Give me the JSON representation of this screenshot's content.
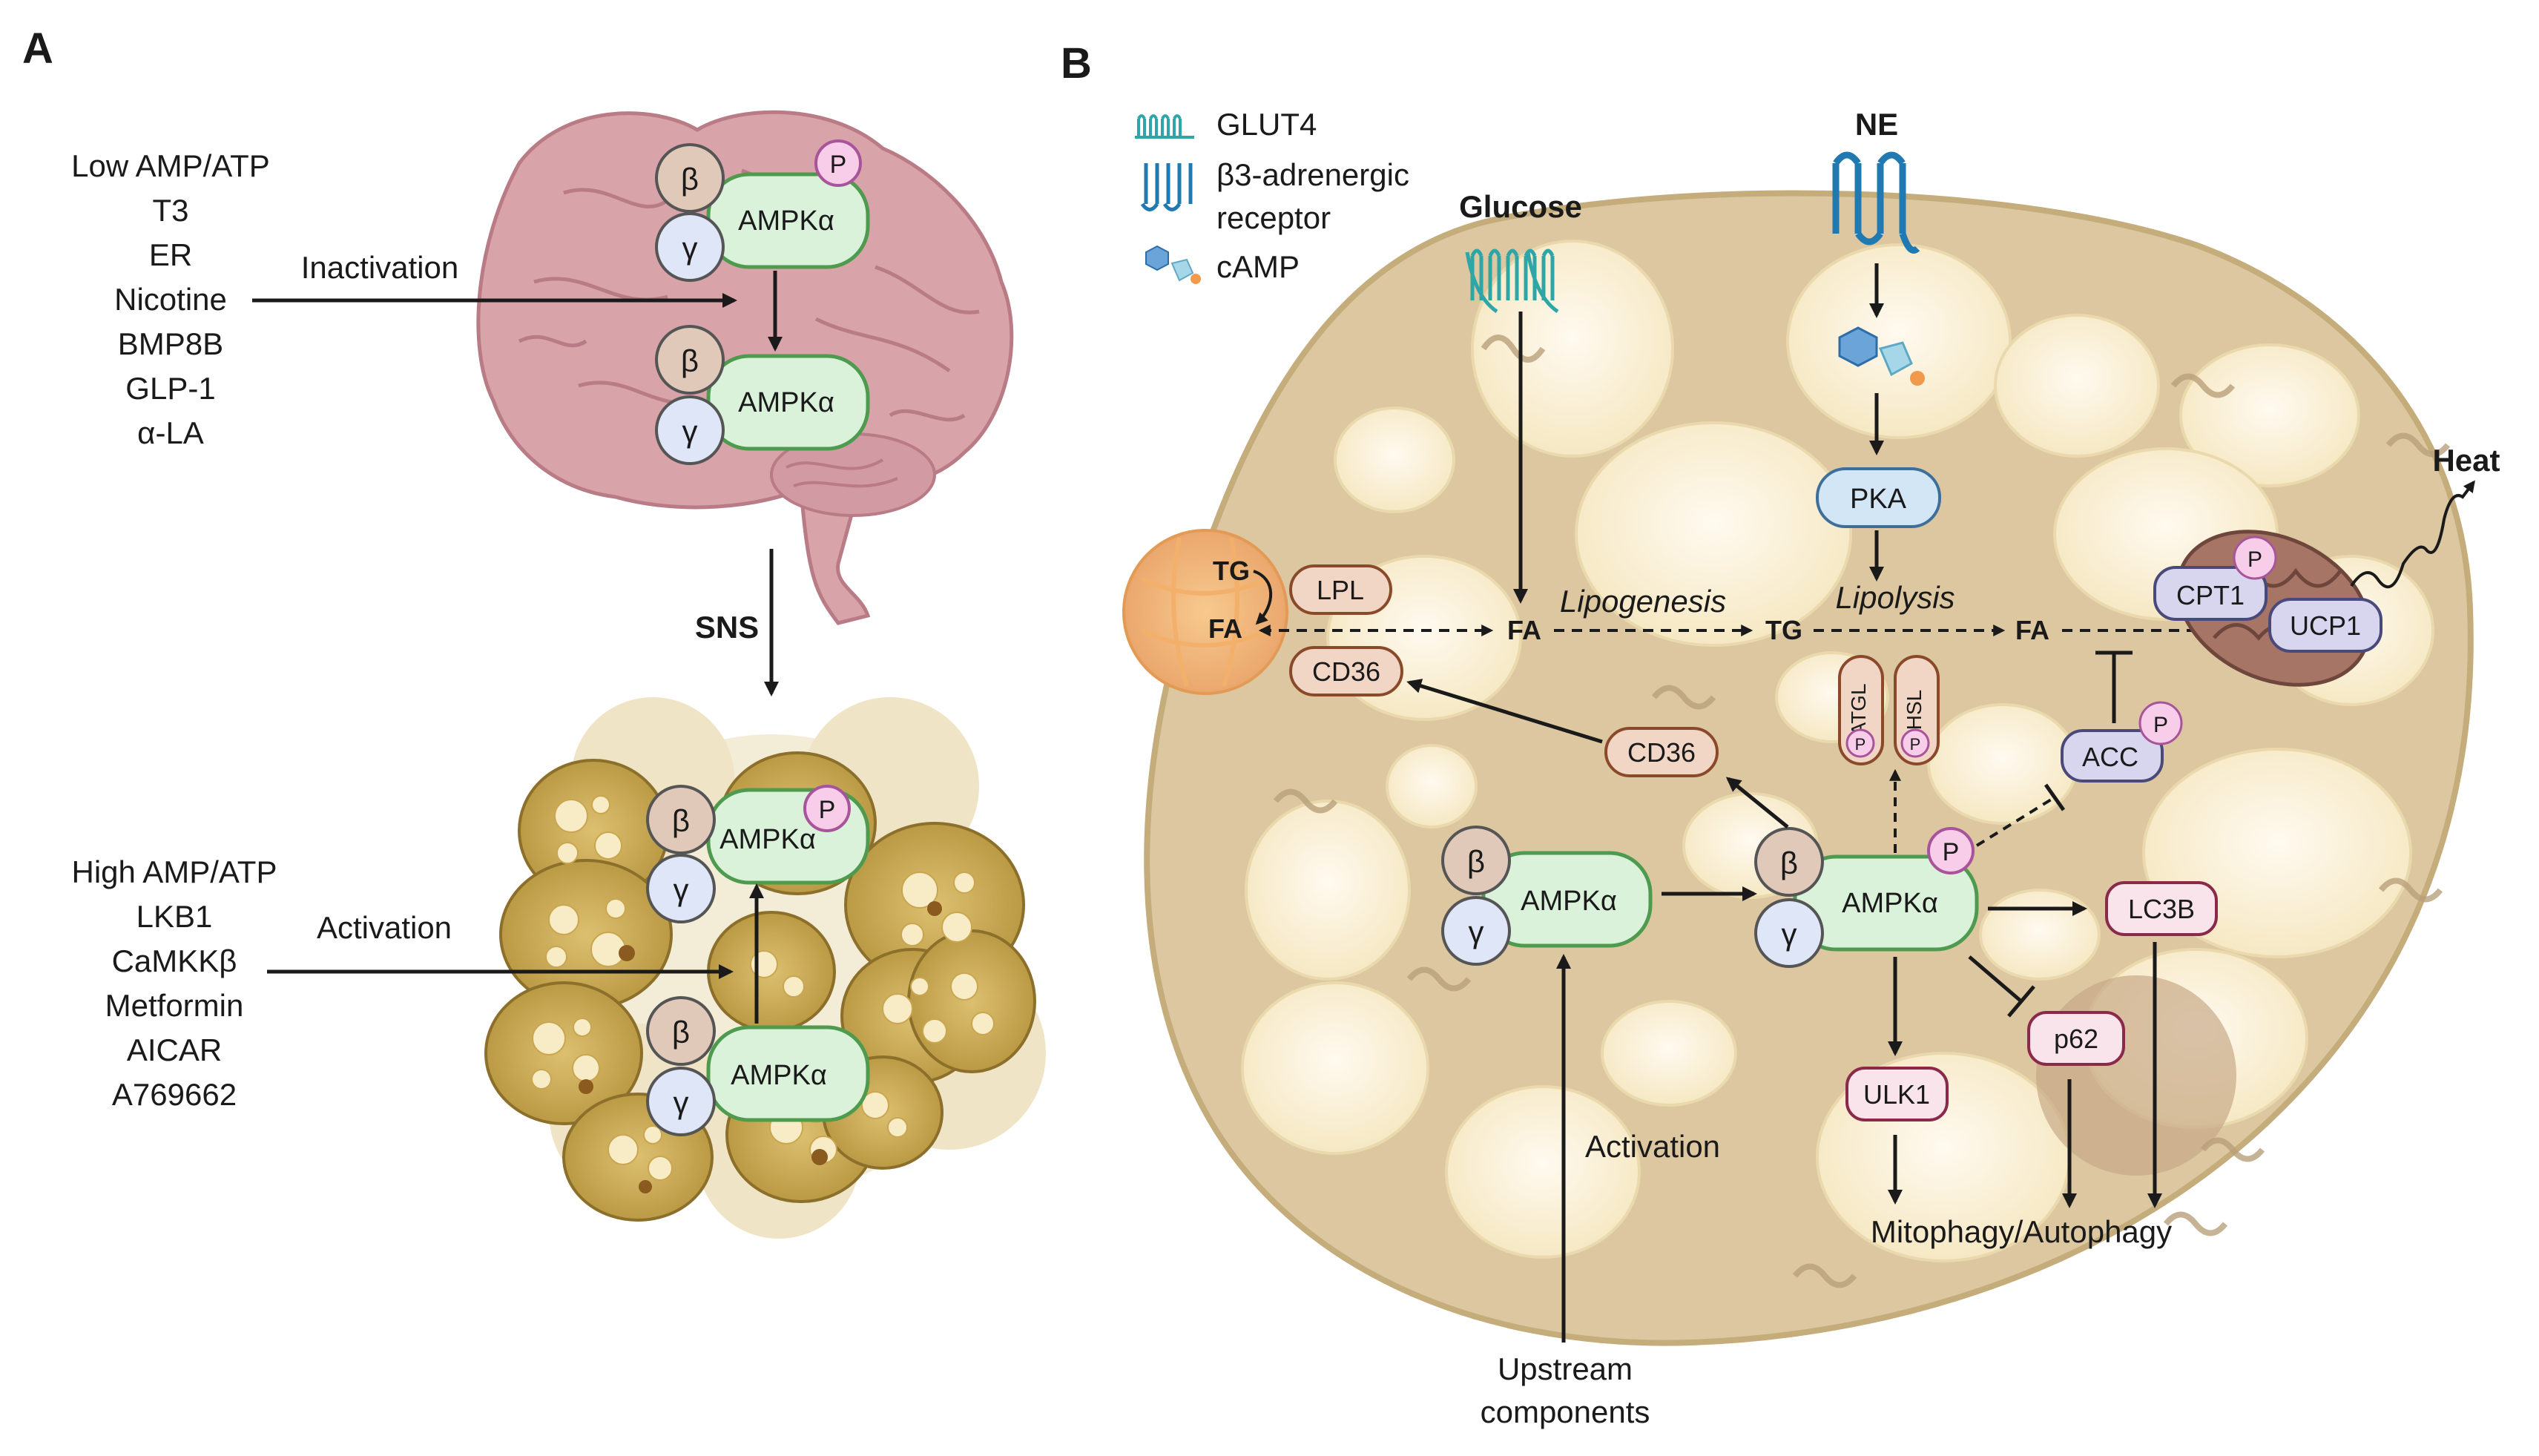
{
  "panel_a": {
    "label": "A",
    "inhibitors": [
      "Low AMP/ATP",
      "T3",
      "ER",
      "Nicotine",
      "BMP8B",
      "GLP-1",
      "α-LA"
    ],
    "inactivation": "Inactivation",
    "sns": "SNS",
    "activators": [
      "High AMP/ATP",
      "LKB1",
      "CaMKKβ",
      "Metformin",
      "AICAR",
      "A769662"
    ],
    "activation": "Activation"
  },
  "panel_b": {
    "label": "B",
    "legend": {
      "glut4": "GLUT4",
      "b3_line1": "β3-adrenergic",
      "b3_line2": "receptor",
      "camp": "cAMP"
    },
    "glucose": "Glucose",
    "ne": "NE",
    "pka": "PKA",
    "lipolysis": "Lipolysis",
    "lipogenesis": "Lipogenesis",
    "heat": "Heat",
    "tg": "TG",
    "fa": "FA",
    "lpl": "LPL",
    "cd36": "CD36",
    "cpt1": "CPT1",
    "ucp1": "UCP1",
    "atgl": "ATGL",
    "hsl": "HSL",
    "acc": "ACC",
    "lc3b": "LC3B",
    "p62": "p62",
    "ulk1": "ULK1",
    "mitophagy": "Mitophagy/Autophagy",
    "activation": "Activation",
    "upstream_line1": "Upstream",
    "upstream_line2": "components"
  },
  "ampk": {
    "alpha": "AMPKα",
    "beta": "β",
    "gamma": "γ",
    "p": "P"
  },
  "colors": {
    "brain": "#d9a3aa",
    "cell": "#d9c7a3",
    "droplet": "#fbf3d9",
    "ampk_green": "#d9f2d9",
    "beta_fill": "#e0c9b9",
    "gamma_fill": "#dfe6f7",
    "p_fill": "#f7cdea",
    "protein_fill": "#f1d6c6",
    "pink_box": "#f9e4ec",
    "purple_box": "#d7d6ee",
    "pka_fill": "#d3e6f6"
  }
}
